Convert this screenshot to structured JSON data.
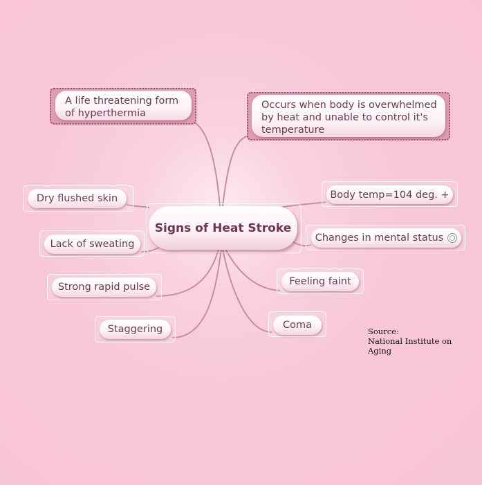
{
  "central_topic": "Signs of Heat Stroke",
  "notes": {
    "left": "A life threatening form of hyperthermia",
    "right": "Occurs when body is overwhelmed by heat and unable to control it's temperature"
  },
  "left_topics": [
    "Dry flushed skin",
    "Lack of sweating",
    "Strong rapid pulse",
    "Staggering"
  ],
  "right_topics": [
    "Body temp=104 deg. +",
    "Changes in mental status",
    "Feeling faint",
    "Coma"
  ],
  "source": {
    "line1": "Source:",
    "line2": "National Institute on",
    "line3": "Aging"
  },
  "icons": {
    "mental_status_marker": "speech-bubble-icon"
  },
  "colors": {
    "connector": "#c58aa3",
    "background": "#f8c8d7",
    "text": "#6a3a52"
  }
}
